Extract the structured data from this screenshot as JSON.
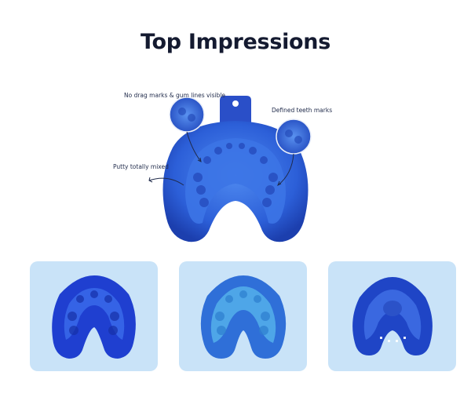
{
  "page": {
    "title": "Top Impressions"
  },
  "hero": {
    "annotations": {
      "drag_marks": "No drag marks & gum lines visible",
      "teeth_marks": "Defined teeth marks",
      "putty_mixed": "Putty totally mixed"
    }
  },
  "colors": {
    "tray_blue": "#2b57d6",
    "putty_blue": "#3f78e8",
    "light_putty": "#4ba3e6",
    "card_bg": "#c9e3f8",
    "title": "#141a30"
  },
  "cards": [
    {
      "image": "impression-photo-dark-blue"
    },
    {
      "image": "impression-photo-light-blue"
    },
    {
      "image": "impression-photo-medium-blue"
    }
  ]
}
